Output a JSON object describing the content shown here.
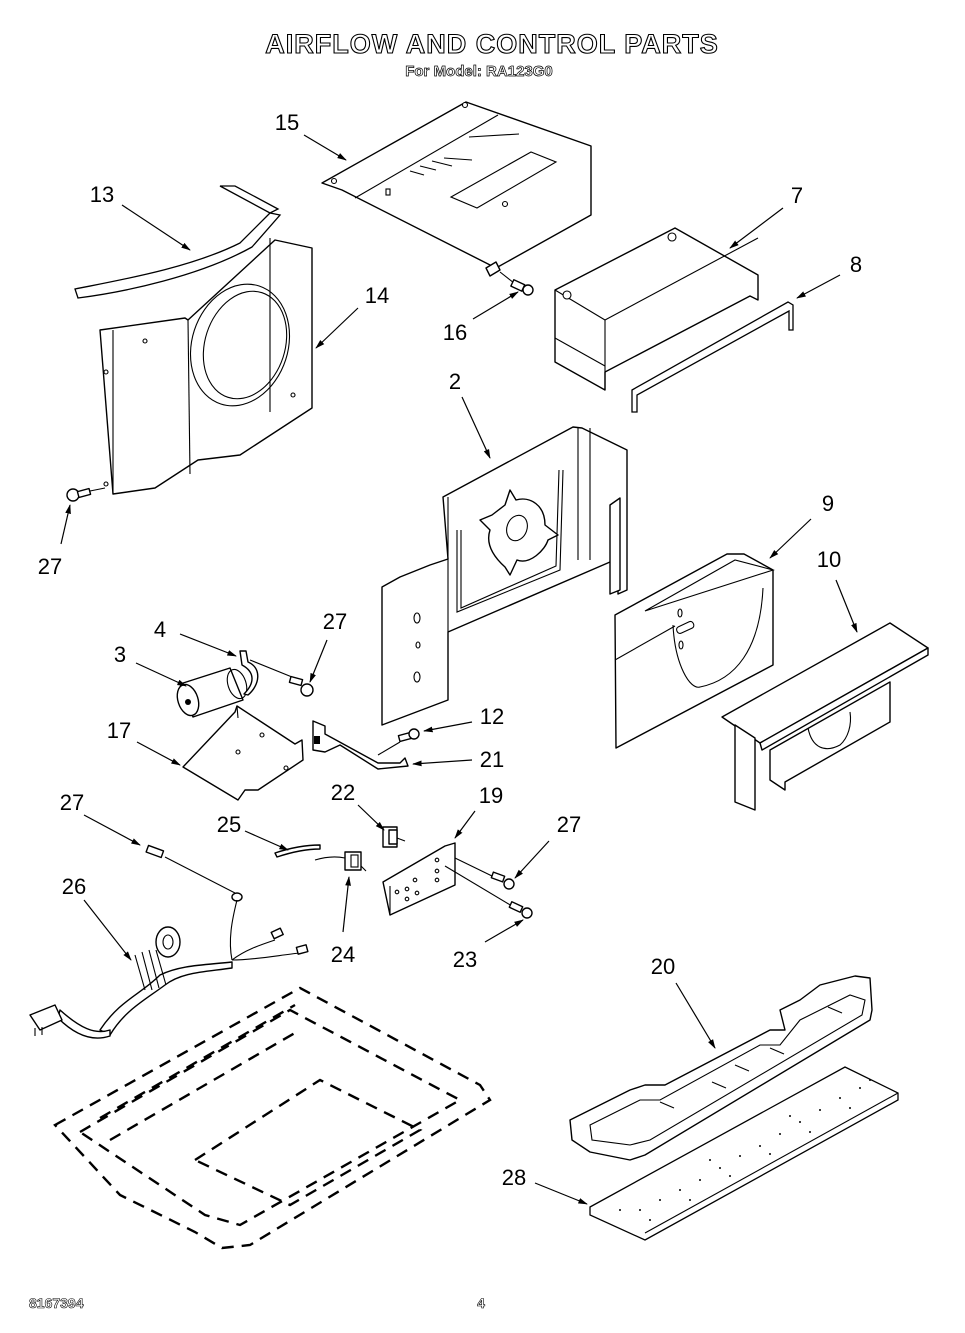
{
  "header": {
    "title": "AIRFLOW AND CONTROL PARTS",
    "subtitle": "For Model: RA123G0"
  },
  "footer": {
    "document_number": "8167394",
    "page_number": "4"
  },
  "callouts": [
    {
      "id": "c15",
      "label": "15",
      "part": "top-cover-panel"
    },
    {
      "id": "c13",
      "label": "13",
      "part": "foam-seal-strip"
    },
    {
      "id": "c14",
      "label": "14",
      "part": "fan-shroud"
    },
    {
      "id": "c16",
      "label": "16",
      "part": "screw"
    },
    {
      "id": "c7",
      "label": "7",
      "part": "control-box-cover"
    },
    {
      "id": "c8",
      "label": "8",
      "part": "seal-strip"
    },
    {
      "id": "c2",
      "label": "2",
      "part": "partition-panel"
    },
    {
      "id": "c27a",
      "label": "27",
      "part": "screw"
    },
    {
      "id": "c9",
      "label": "9",
      "part": "air-duct"
    },
    {
      "id": "c10",
      "label": "10",
      "part": "discharge-grille-housing"
    },
    {
      "id": "c4",
      "label": "4",
      "part": "capacitor-strap"
    },
    {
      "id": "c27b",
      "label": "27",
      "part": "screw"
    },
    {
      "id": "c3",
      "label": "3",
      "part": "capacitor"
    },
    {
      "id": "c12",
      "label": "12",
      "part": "screw"
    },
    {
      "id": "c17",
      "label": "17",
      "part": "control-bracket"
    },
    {
      "id": "c21",
      "label": "21",
      "part": "thermostat-bracket"
    },
    {
      "id": "c22",
      "label": "22",
      "part": "thermostat"
    },
    {
      "id": "c19",
      "label": "19",
      "part": "control-panel"
    },
    {
      "id": "c27c",
      "label": "27",
      "part": "screw"
    },
    {
      "id": "c25",
      "label": "25",
      "part": "sensor-tube"
    },
    {
      "id": "c27d",
      "label": "27",
      "part": "ground-screw"
    },
    {
      "id": "c26",
      "label": "26",
      "part": "power-cord-harness"
    },
    {
      "id": "c24",
      "label": "24",
      "part": "selector-switch"
    },
    {
      "id": "c23",
      "label": "23",
      "part": "screw"
    },
    {
      "id": "c20",
      "label": "20",
      "part": "filter-frame"
    },
    {
      "id": "c28",
      "label": "28",
      "part": "air-filter"
    }
  ]
}
